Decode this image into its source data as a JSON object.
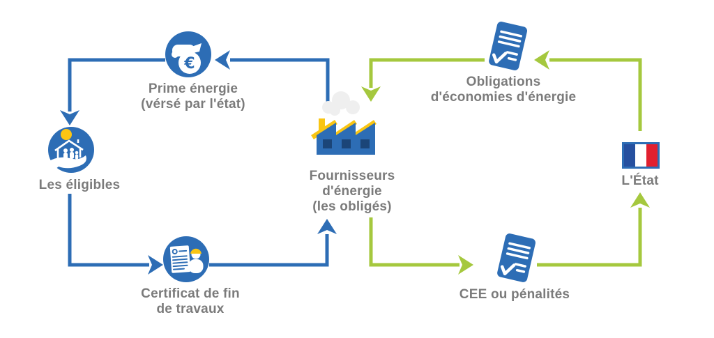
{
  "diagram": {
    "nodes": {
      "prime": {
        "lines": [
          "Prime énergie",
          "(vérsé par l'état)"
        ],
        "icon": "money-bag-euro-icon"
      },
      "eligibles": {
        "lines": [
          "Les éligibles"
        ],
        "icon": "house-in-hand-icon"
      },
      "certificat": {
        "lines": [
          "Certificat de fin",
          "de travaux"
        ],
        "icon": "certificate-worker-icon"
      },
      "fournisseurs": {
        "lines": [
          "Fournisseurs",
          "d'énergie",
          "(les obligés)"
        ],
        "icon": "factory-icon"
      },
      "obligations": {
        "lines": [
          "Obligations",
          "d'économies d'énergie"
        ],
        "icon": "signed-document-icon"
      },
      "cee": {
        "lines": [
          "CEE ou pénalités"
        ],
        "icon": "signed-document-icon"
      },
      "etat": {
        "lines": [
          "L'État"
        ],
        "icon": "french-flag-icon"
      }
    },
    "arrows": [
      {
        "from": "fournisseurs",
        "to": "prime",
        "color": "#2d6db5"
      },
      {
        "from": "prime",
        "to": "eligibles",
        "color": "#2d6db5"
      },
      {
        "from": "eligibles",
        "to": "certificat",
        "color": "#2d6db5"
      },
      {
        "from": "certificat",
        "to": "fournisseurs",
        "color": "#2d6db5"
      },
      {
        "from": "fournisseurs",
        "to": "cee",
        "color": "#a5c83e"
      },
      {
        "from": "cee",
        "to": "etat",
        "color": "#a5c83e"
      },
      {
        "from": "etat",
        "to": "obligations",
        "color": "#a5c83e"
      },
      {
        "from": "obligations",
        "to": "fournisseurs",
        "color": "#a5c83e"
      }
    ],
    "colors": {
      "blue": "#2d6db5",
      "green": "#a5c83e",
      "yellow": "#f9c513",
      "text_gray": "#7b7b7b",
      "factory_window": "#1b4578",
      "flag_blue": "#26509f",
      "flag_red": "#e1202f"
    }
  }
}
